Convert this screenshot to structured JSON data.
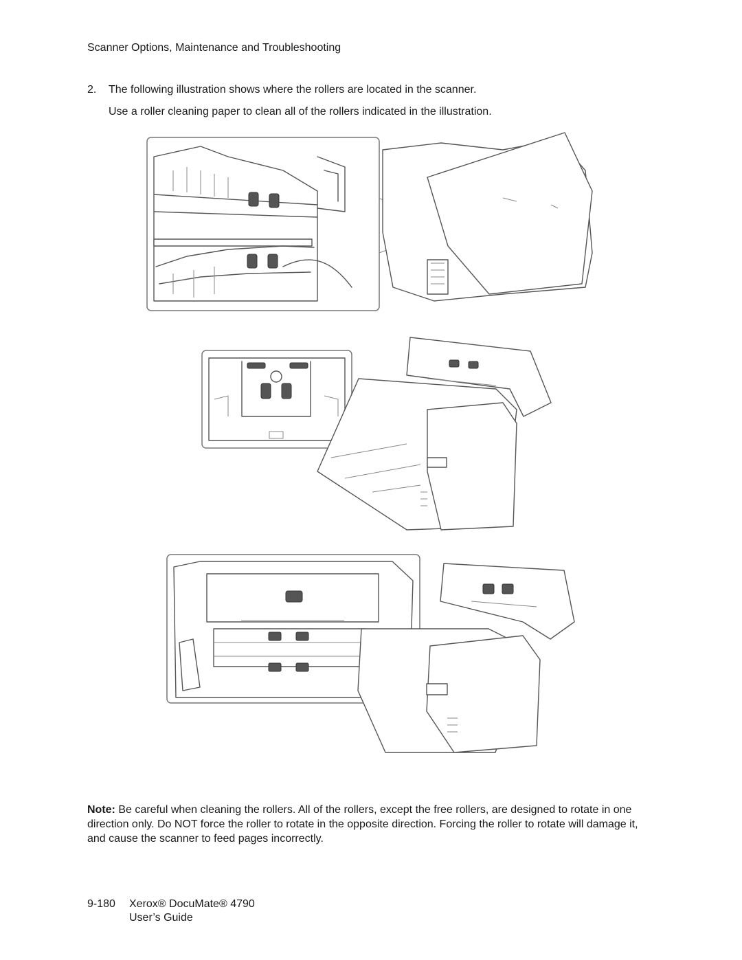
{
  "header": {
    "title": "Scanner Options, Maintenance and Troubleshooting"
  },
  "step": {
    "number": "2.",
    "text": "The following illustration shows where the rollers are located in the scanner.",
    "subtext": "Use a roller cleaning paper to clean all of the rollers indicated in the illustration."
  },
  "note": {
    "label": "Note:",
    "text": " Be careful when cleaning the rollers. All of the rollers, except the free rollers, are designed to rotate in one direction only. Do NOT force the roller to rotate in the opposite direction. Forcing the roller to rotate will damage it, and cause the scanner to feed pages incorrectly."
  },
  "footer": {
    "page_number": "9-180",
    "product": "Xerox® DocuMate® 4790",
    "guide": "User’s Guide"
  },
  "figures": [
    {
      "name": "top-roller-illustration",
      "icon": "scanner-top-rollers-illustration"
    },
    {
      "name": "feed-roller-illustration",
      "icon": "scanner-feed-rollers-illustration"
    },
    {
      "name": "lower-roller-illustration",
      "icon": "scanner-lower-rollers-illustration"
    }
  ]
}
